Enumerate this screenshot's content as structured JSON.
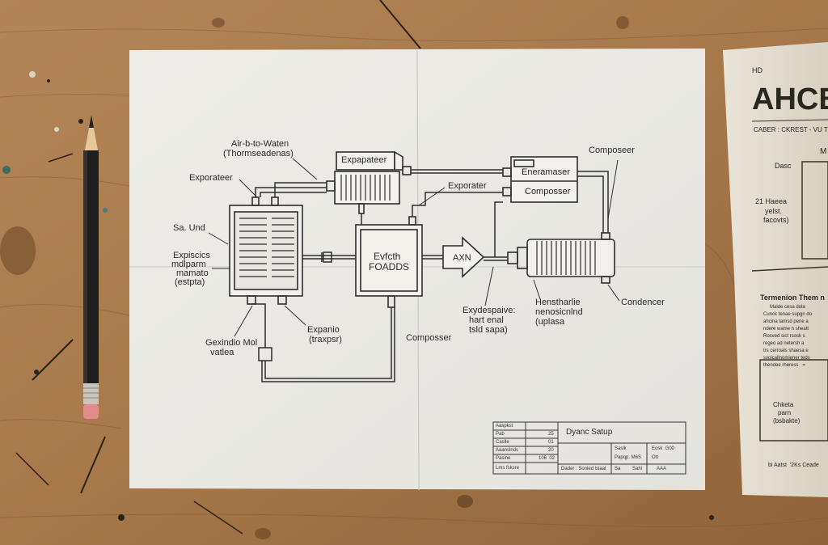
{
  "colors": {
    "wood": "#a87a4c",
    "paper": "#ecebe6",
    "ink": "#2a2a2a"
  },
  "diagram": {
    "title_left_1": "Air-b-to-Waten",
    "title_left_2": "(Thormseadenas)",
    "exporateer_left": "Exporateer",
    "sa_und": "Sa. Und",
    "expiscics_1": "Expiscics",
    "expiscics_2": "mdlparm",
    "expiscics_3": "mamato",
    "expiscics_4": "(estpta)",
    "expapateer": "Expapateer",
    "exporater_mid": "Exporater",
    "center_box_1": "Evfcth",
    "center_box_2": "FOADDS",
    "axn": "AXN",
    "composer_top": "Composeer",
    "eneramaser": "Eneramaser",
    "composser_box": "Composser",
    "gexindio_1": "Gexindio Mol",
    "gexindio_2": "vatlea",
    "expanio_1": "Expanio",
    "expanio_2": "(traxpsr)",
    "composser_bottom": "Composser",
    "exydespaive_1": "Exydespaive:",
    "exydespaive_2": "hart enal",
    "exydespaive_3": "tsld sapa)",
    "henstharie_1": "Henstharlie",
    "henstharie_2": "nenosicnlnd",
    "henstharie_3": "(uplasa",
    "condencer": "Condencer"
  },
  "title_block": {
    "name": "Dyanc Satup",
    "rows_left": [
      "Aaspkst",
      "Pab",
      "Caslle",
      "Aaanslnds",
      "Pasine",
      "Lms fsksre"
    ],
    "rows_mid": [
      "",
      "25",
      "01",
      "20",
      "106  02",
      ""
    ],
    "footer": "Dader : Sonied lslaal",
    "cell_a1": "Saslk",
    "cell_a2": "Papqp. M6S",
    "cell_b1": "Eosk  G00",
    "cell_b2": "Ott",
    "cell_c1": "Sa",
    "cell_c2": "Sahl",
    "cell_c3": "AAA"
  },
  "right_doc": {
    "hd": "HD",
    "title": "AHCB",
    "sub": "CABER : CKREST - VU TRE",
    "dasc": "Dasc",
    "m": "M",
    "l1": "21 Haeea",
    "l2": "yelst.",
    "l3": "facovts)",
    "heading": "Termenion Them n",
    "body": [
      "Malde cesa dola",
      "Cunck tenae supgn do",
      "ahcina tamsd pene a",
      "ndere wame n sheatt",
      "Rosved sict rsosk s",
      "regeo ad netersh a",
      "trs cerroals shaesa e",
      "svoicallnomiener teds",
      "thendee rheress   ="
    ],
    "box_1": "Chketa",
    "box_2": "parn",
    "box_3": "(bsbakte)",
    "footer": "bi Aatst  '2Ks Ceade"
  }
}
